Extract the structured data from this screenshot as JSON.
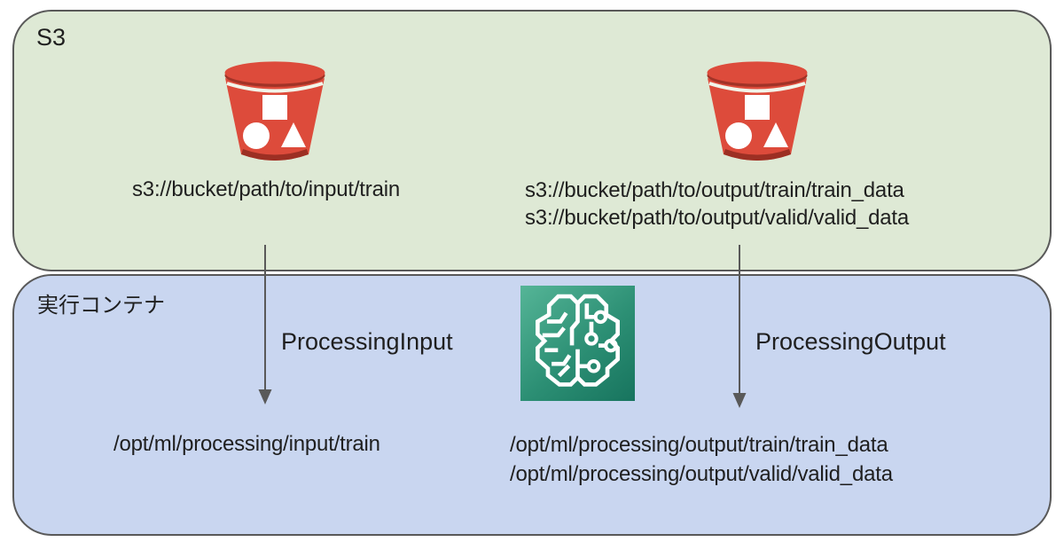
{
  "zones": {
    "s3": {
      "label": "S3",
      "input_bucket_uri": "s3://bucket/path/to/input/train",
      "output_bucket_uri_line1": "s3://bucket/path/to/output/train/train_data",
      "output_bucket_uri_line2": "s3://bucket/path/to/output/valid/valid_data"
    },
    "container": {
      "label": "実行コンテナ",
      "input_mapping_label": "ProcessingInput",
      "output_mapping_label": "ProcessingOutput",
      "input_local_path": "/opt/ml/processing/input/train",
      "output_local_path_line1": "/opt/ml/processing/output/train/train_data",
      "output_local_path_line2": "/opt/ml/processing/output/valid/valid_data"
    }
  },
  "icons": {
    "left": "s3-bucket-icon",
    "right": "s3-bucket-icon",
    "center": "sagemaker-icon"
  },
  "colors": {
    "s3_zone_bg": "#dee9d5",
    "container_zone_bg": "#c9d6f0",
    "zone_border": "#595959",
    "arrow": "#595959",
    "bucket_red": "#dd4b3b",
    "bucket_red_dark": "#a13327",
    "sagemaker_gradient_start": "#55b597",
    "sagemaker_gradient_end": "#17745e",
    "text": "#1f1f1f"
  }
}
